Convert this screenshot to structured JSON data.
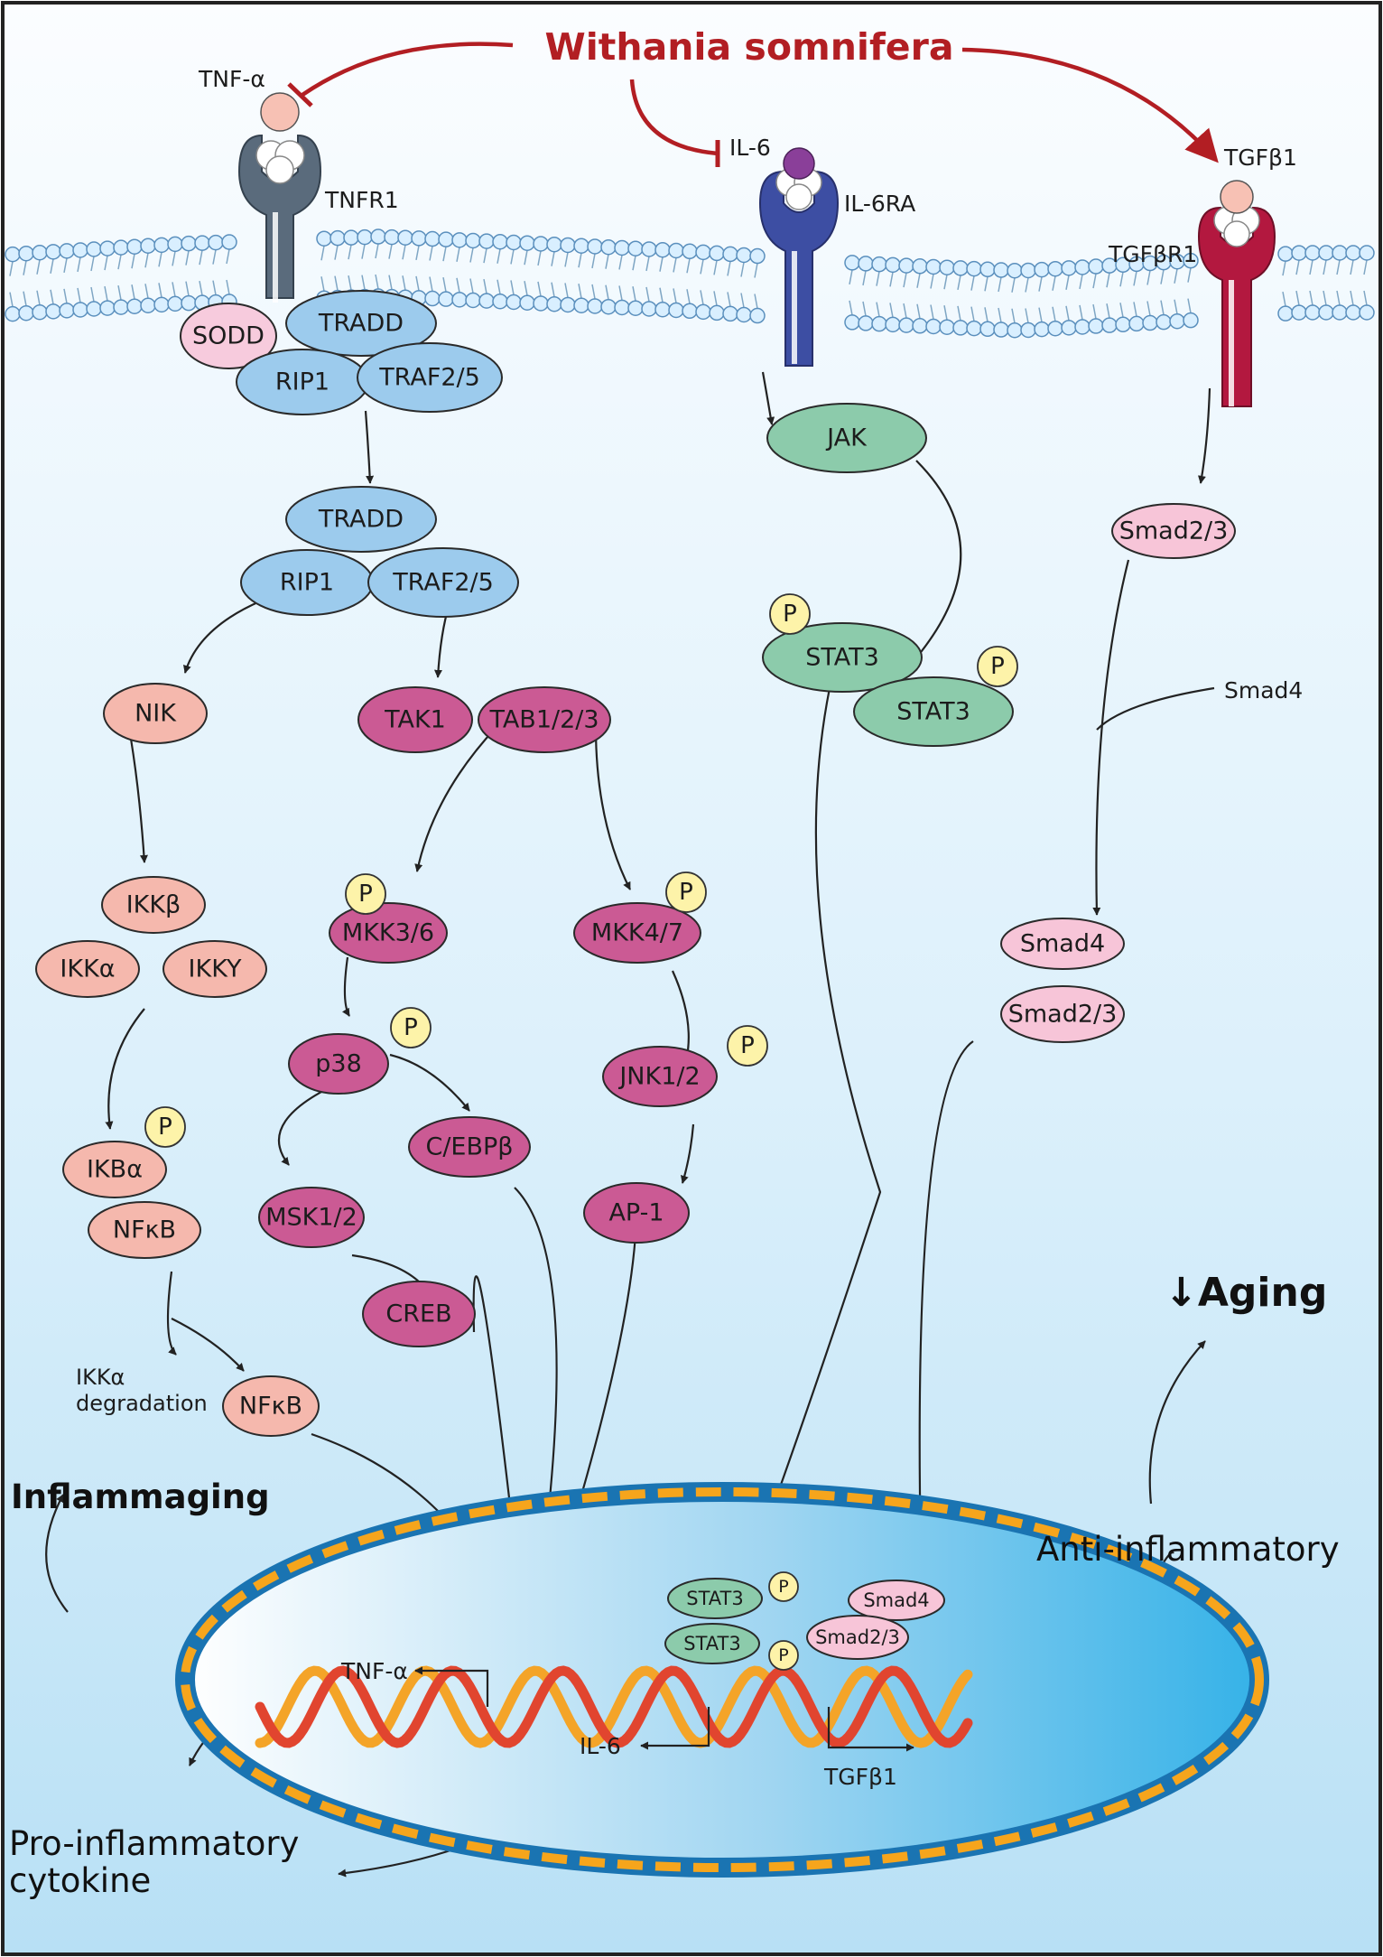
{
  "title": "Withania somnifera",
  "colors": {
    "tnf_node": "#f7c1b4",
    "tnfr": "#5a6b7c",
    "il6r": "#3d4ea3",
    "tgfr": "#b3183f",
    "blue_node": "#9ccbed",
    "pink_node": "#f5b8ad",
    "magenta_node": "#cb5a94",
    "green_node": "#8ccbab",
    "light_pink_node": "#f7c5d8",
    "sodd": "#f7cbdd",
    "phospho": "#fdf3a9",
    "red_arrow": "#b21e23",
    "nucleus_border": "#1a74b2",
    "nucleus_dash": "#f6a51c",
    "dna_red": "#e1452f",
    "dna_orange": "#f4a428"
  },
  "ligands": {
    "tnf": "TNF-α",
    "il6": "IL-6",
    "tgf": "TGFβ1"
  },
  "receptors": {
    "tnfr1": "TNFR1",
    "il6ra": "IL-6RA",
    "tgfbr1": "TGFβR1"
  },
  "nodes": {
    "sodd": "SODD",
    "tradd_1": "TRADD",
    "rip1_1": "RIP1",
    "traf_1": "TRAF2/5",
    "tradd_2": "TRADD",
    "rip1_2": "RIP1",
    "traf_2": "TRAF2/5",
    "nik": "NIK",
    "ikkb": "IKKβ",
    "ikka": "IKKα",
    "ikky": "IKKY",
    "ikba": "IKBα",
    "nfkb_1": "NFκB",
    "nfkb_2": "NFκB",
    "tak1": "TAK1",
    "tab": "TAB1/2/3",
    "mkk36": "MKK3/6",
    "mkk47": "MKK4/7",
    "p38": "p38",
    "jnk": "JNK1/2",
    "cebp": "C/EBPβ",
    "msk": "MSK1/2",
    "ap1": "AP-1",
    "creb": "CREB",
    "jak": "JAK",
    "stat3_a": "STAT3",
    "stat3_b": "STAT3",
    "smad23_1": "Smad2/3",
    "smad4_free": "Smad4",
    "smad4_1": "Smad4",
    "smad23_2": "Smad2/3",
    "stat3_n1": "STAT3",
    "stat3_n2": "STAT3",
    "smad4_n": "Smad4",
    "smad23_n": "Smad2/3"
  },
  "phospho_label": "P",
  "labels": {
    "ikka_degradation_1": "IKKα",
    "ikka_degradation_2": "degradation",
    "inflammaging": "Inflammaging",
    "anti_inflammatory": "Anti-inflammatory",
    "aging": "↓Aging",
    "pro_inflammatory_1": "Pro-inflammatory",
    "pro_inflammatory_2": "cytokine",
    "dna_tnf": "TNF-α",
    "dna_il6": "IL-6",
    "dna_tgf": "TGFβ1"
  }
}
